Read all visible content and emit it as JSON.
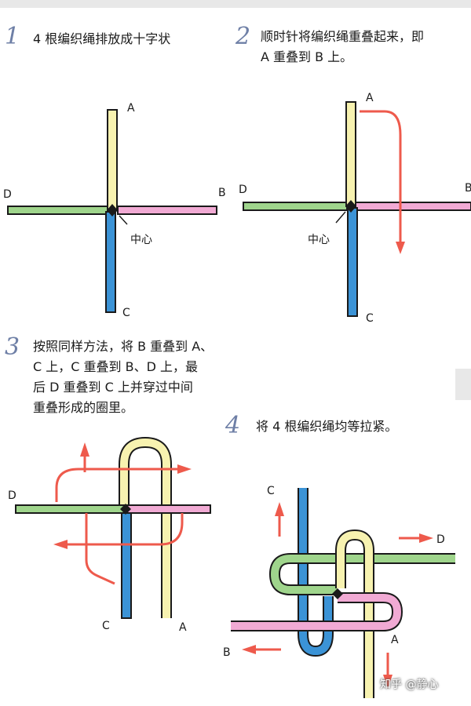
{
  "steps": [
    {
      "number": "1",
      "text": "4 根编织绳排放成十字状"
    },
    {
      "number": "2",
      "text_lines": [
        "顺时针将编织绳重叠起来，即",
        "A 重叠到 B 上。"
      ]
    },
    {
      "number": "3",
      "text_lines": [
        "按照同样方法，将 B 重叠到 A、",
        "C 上，C 重叠到 B、D 上，最",
        "后 D 重叠到 C 上并穿过中间",
        "重叠形成的圈里。"
      ]
    },
    {
      "number": "4",
      "text": "将 4 根编织绳均等拉紧。"
    }
  ],
  "labels": {
    "a": "A",
    "b": "B",
    "c": "C",
    "d": "D",
    "center": "中心"
  },
  "watermark": "知乎 @静心",
  "colors": {
    "yellow_cord": "#f7f2b0",
    "pink_cord": "#f1aad4",
    "blue_cord": "#3b93d6",
    "green_cord": "#9fd58c",
    "arrow": "#ee5a4c",
    "outline": "#1a1a1a",
    "step_number": "#6e7fa6"
  }
}
